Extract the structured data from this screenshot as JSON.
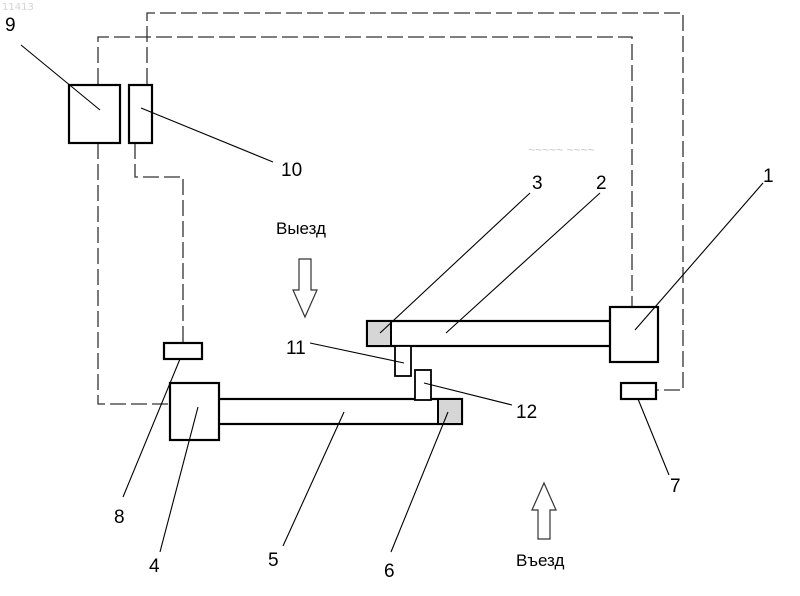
{
  "figure": {
    "stamp": "11413",
    "faint_text": "~~~~~ ~~~~",
    "direction_exit": "Выезд",
    "direction_entry": "Въезд",
    "labels": {
      "l1": "1",
      "l2": "2",
      "l3": "3",
      "l4": "4",
      "l5": "5",
      "l6": "6",
      "l7": "7",
      "l8": "8",
      "l9": "9",
      "l10": "10",
      "l11": "11",
      "l12": "12"
    }
  }
}
